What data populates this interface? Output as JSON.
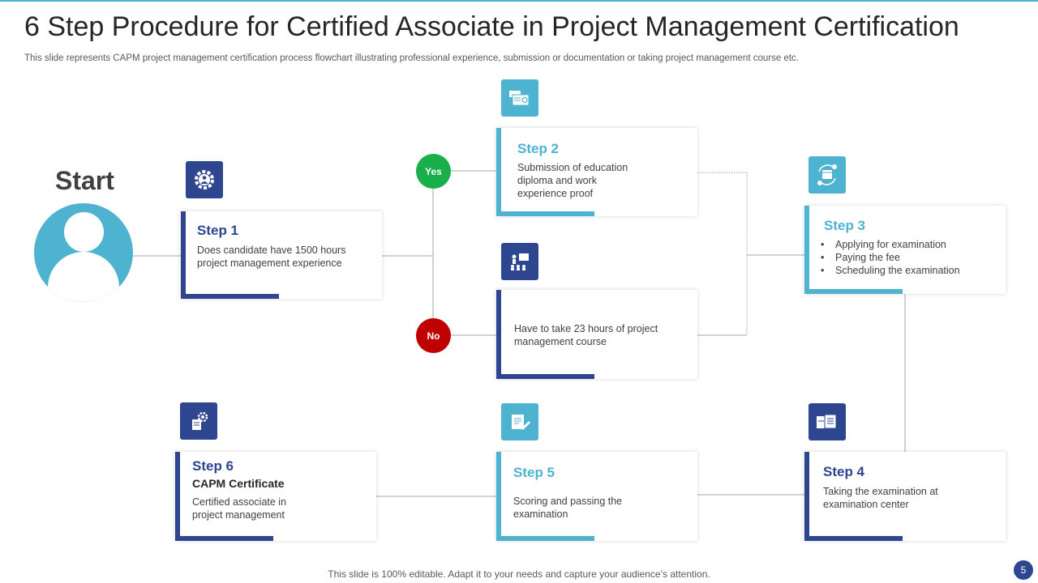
{
  "title": "6 Step Procedure for Certified Associate in Project Management Certification",
  "subtitle": "This slide represents CAPM project management certification process flowchart illustrating professional experience, submission or documentation or taking project management course etc.",
  "footer": "This slide is 100% editable. Adapt it to your needs and capture your audience’s attention.",
  "page_number": "5",
  "start": {
    "label": "Start",
    "icon": "user-avatar-icon"
  },
  "decisions": {
    "yes": "Yes",
    "no": "No"
  },
  "colors": {
    "navy": "#2e4590",
    "teal": "#4db3d1",
    "yes_green": "#19b04b",
    "no_red": "#c00000"
  },
  "steps": {
    "step1": {
      "title": "Step 1",
      "text": "Does candidate have 1500 hours project management experience",
      "icon": "gear-user-icon"
    },
    "step2": {
      "title": "Step 2",
      "text": "Submission of education diploma and work experience proof",
      "icon": "documents-icon"
    },
    "course": {
      "text": "Have to take 23 hours of project management course",
      "icon": "presentation-board-icon"
    },
    "step3": {
      "title": "Step 3",
      "items": [
        "Applying for examination",
        "Paying the fee",
        "Scheduling the examination"
      ],
      "icon": "calendar-cycle-icon"
    },
    "step4": {
      "title": "Step 4",
      "text": "Taking the examination at examination center",
      "icon": "exam-papers-icon"
    },
    "step5": {
      "title": "Step 5",
      "text": "Scoring and passing the examination",
      "icon": "scoring-document-icon"
    },
    "step6": {
      "title": "Step 6",
      "subtitle": "CAPM Certificate",
      "text": "Certified associate in project management",
      "icon": "certificate-gear-icon"
    }
  }
}
